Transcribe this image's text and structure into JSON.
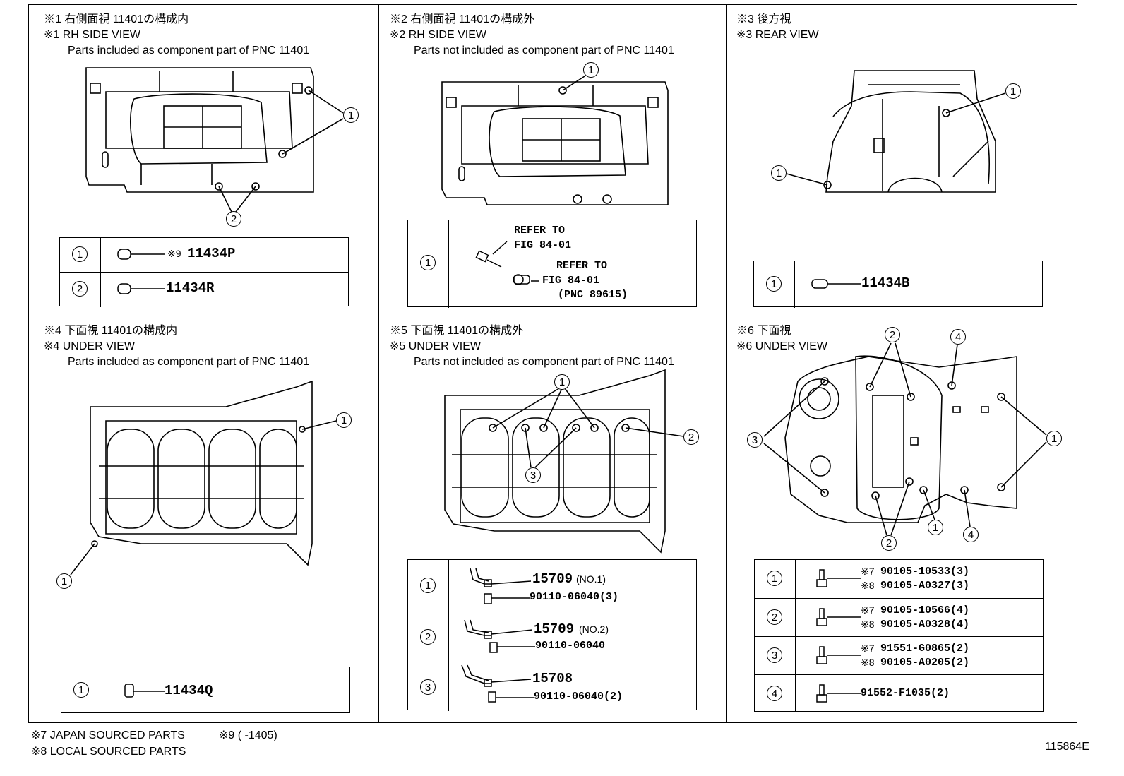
{
  "panels": [
    {
      "id": "p1",
      "title_jp": "※1 右側面視 11401の構成内",
      "title_en": "※1 RH SIDE VIEW",
      "note": "Parts included as component part of PNC 11401"
    },
    {
      "id": "p2",
      "title_jp": "※2 右側面視 11401の構成外",
      "title_en": "※2 RH SIDE VIEW",
      "note": "Parts not included as component part of PNC 11401"
    },
    {
      "id": "p3",
      "title_jp": "※3 後方視",
      "title_en": "※3 REAR VIEW",
      "note": ""
    },
    {
      "id": "p4",
      "title_jp": "※4 下面視 11401の構成内",
      "title_en": "※4 UNDER VIEW",
      "note": "Parts included as component part of PNC 11401"
    },
    {
      "id": "p5",
      "title_jp": "※5 下面視 11401の構成外",
      "title_en": "※5 UNDER VIEW",
      "note": "Parts not included as component part of PNC 11401"
    },
    {
      "id": "p6",
      "title_jp": "※6 下面視",
      "title_en": "※6 UNDER VIEW",
      "note": ""
    }
  ],
  "callouts": {
    "c1": "1",
    "c2": "2",
    "c3": "3",
    "c4": "4"
  },
  "p1_table": {
    "r1_prefix": "※9",
    "r1_part": "11434P",
    "r2_part": "11434R"
  },
  "p2_table": {
    "refer1_a": "REFER TO",
    "refer1_b": "FIG 84-01",
    "refer2_a": "REFER TO",
    "refer2_b": "FIG 84-01",
    "refer2_c": "(PNC 89615)"
  },
  "p3_table": {
    "r1_part": "11434B"
  },
  "p4_table": {
    "r1_part": "11434Q"
  },
  "p5_table": {
    "r1_part": "15709",
    "r1_tag": "(NO.1)",
    "r1_bolt": "90110-06040(3)",
    "r2_part": "15709",
    "r2_tag": "(NO.2)",
    "r2_bolt": "90110-06040",
    "r3_part": "15708",
    "r3_bolt": "90110-06040(2)"
  },
  "p6_table": {
    "r1_a_mark": "※7",
    "r1_a": "90105-10533(3)",
    "r1_b_mark": "※8",
    "r1_b": "90105-A0327(3)",
    "r2_a_mark": "※7",
    "r2_a": "90105-10566(4)",
    "r2_b_mark": "※8",
    "r2_b": "90105-A0328(4)",
    "r3_a_mark": "※7",
    "r3_a": "91551-G0865(2)",
    "r3_b_mark": "※8",
    "r3_b": "90105-A0205(2)",
    "r4_a": "91552-F1035(2)"
  },
  "footer": {
    "note7": "※7 JAPAN SOURCED PARTS",
    "note9": "※9 (      -1405)",
    "note8": "※8 LOCAL SOURCED PARTS",
    "figure_id": "115864E"
  },
  "colors": {
    "ink": "#000000",
    "paper": "#ffffff"
  }
}
